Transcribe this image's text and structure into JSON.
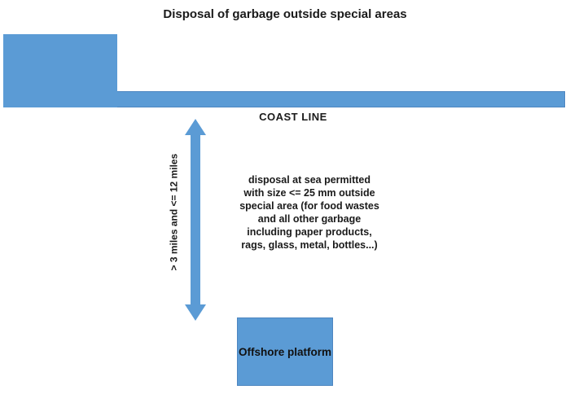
{
  "title": "Disposal of garbage outside special areas",
  "colors": {
    "shape_fill": "#5B9BD5",
    "shape_border": "#4E86C0",
    "arrow_fill": "#5B9BD5",
    "text": "#1A1A1A",
    "background": "#FFFFFF"
  },
  "diagram": {
    "coast_line_label": "COAST LINE",
    "distance_label": "> 3 miles and <= 12 miles",
    "permission_note": "disposal at sea permitted\nwith size <= 25 mm outside\nspecial area (for food wastes\nand all other garbage\nincluding paper products,\nrags, glass, metal, bottles...)",
    "offshore_platform_label": "Offshore platform"
  }
}
